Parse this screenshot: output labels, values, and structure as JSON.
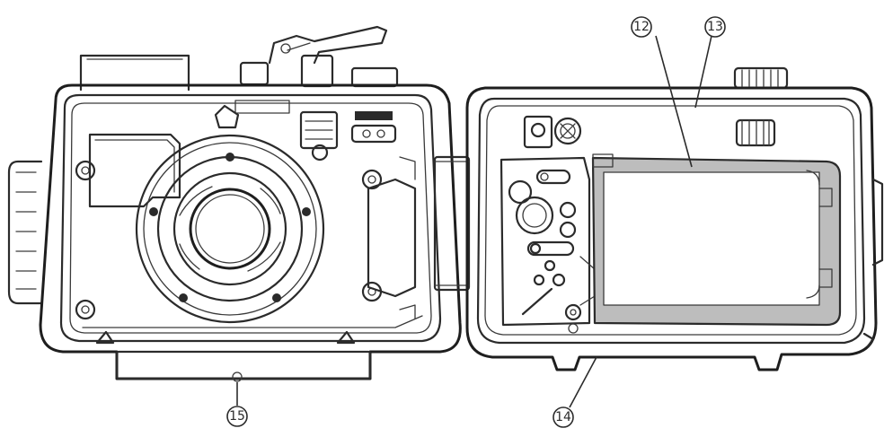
{
  "callouts": {
    "c12": "12",
    "c13": "13",
    "c14": "14",
    "c15": "15"
  }
}
